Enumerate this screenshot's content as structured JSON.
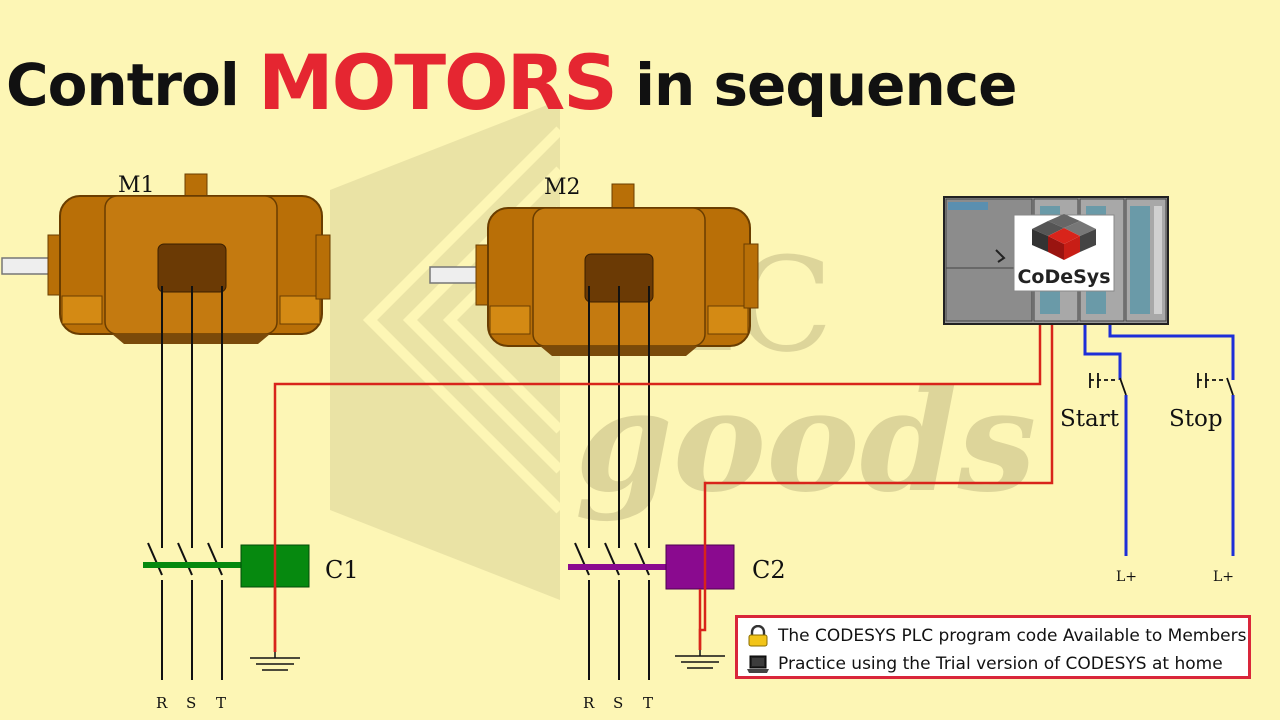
{
  "title": {
    "prefix": "Control",
    "accent": "MOTORS",
    "suffix": "in sequence"
  },
  "watermark": {
    "line1": "PLC",
    "line2": "goods"
  },
  "motors": [
    {
      "label": "M1"
    },
    {
      "label": "M2"
    }
  ],
  "contactors": [
    {
      "label": "C1",
      "color": "#06890f"
    },
    {
      "label": "C2",
      "color": "#8a0a8f"
    }
  ],
  "phases": {
    "p1": "R",
    "p2": "S",
    "p3": "T"
  },
  "plc": {
    "brand": "CoDeSys"
  },
  "buttons": [
    {
      "label": "Start",
      "supply": "L+"
    },
    {
      "label": "Stop",
      "supply": "L+"
    }
  ],
  "colors": {
    "background": "#fdf6b5",
    "motor": "#b86f07",
    "wire_red": "#d8241b",
    "wire_blue": "#1d2fd8",
    "accent": "#e52631"
  },
  "notes": [
    {
      "icon": "lock-icon",
      "text": "The CODESYS PLC program code Available to Members"
    },
    {
      "icon": "laptop-icon",
      "text": "Practice using the Trial version of CODESYS at home"
    }
  ]
}
